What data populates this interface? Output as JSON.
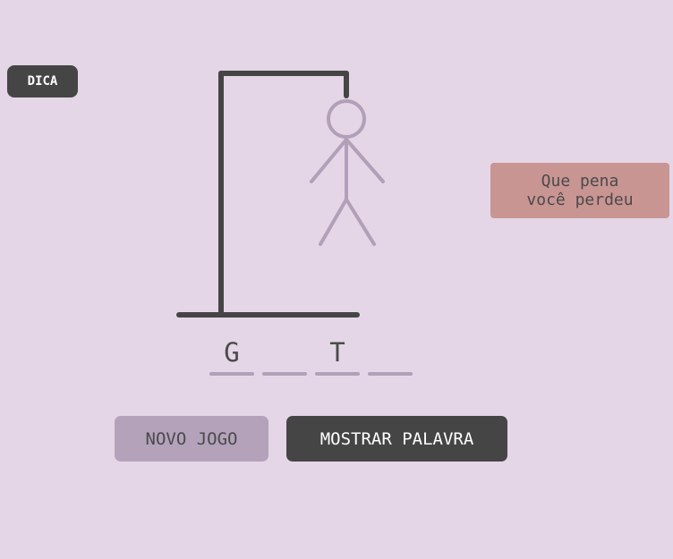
{
  "hint_button": {
    "label": "DICA"
  },
  "message": {
    "line1": "Que pena",
    "line2": "você perdeu"
  },
  "word": {
    "slots": [
      {
        "letter": "G"
      },
      {
        "letter": ""
      },
      {
        "letter": "T"
      },
      {
        "letter": ""
      }
    ]
  },
  "buttons": {
    "new_game": "NOVO JOGO",
    "show_word": "MOSTRAR PALAVRA"
  },
  "colors": {
    "background": "#e4d6e6",
    "gallows": "#454545",
    "figure": "#b29fb8",
    "message_bg": "#c89593",
    "dark_button": "#454545",
    "light_button": "#b4a2bb"
  }
}
